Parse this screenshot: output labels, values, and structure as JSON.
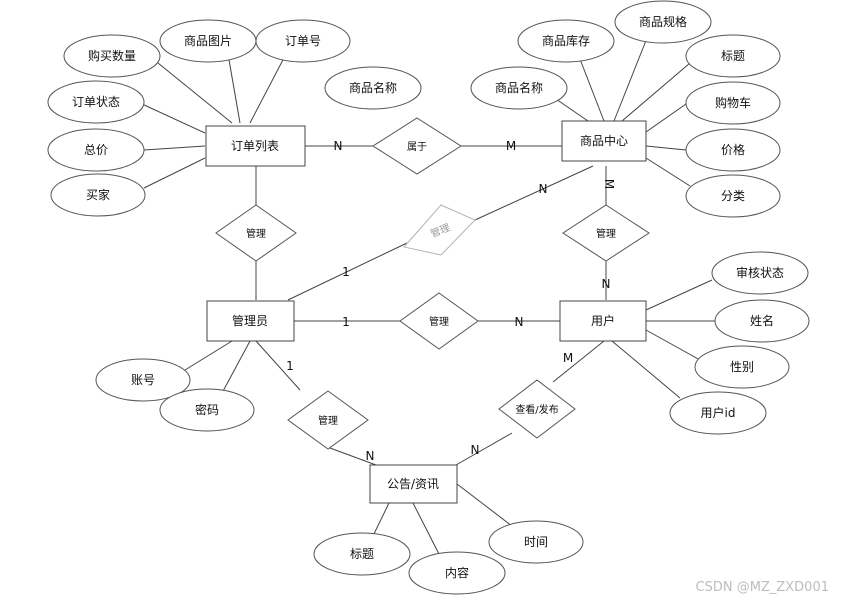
{
  "entities": {
    "order_list": "订单列表",
    "product_center": "商品中心",
    "admin": "管理员",
    "user": "用户",
    "announcement": "公告/资讯"
  },
  "attributes": {
    "order_list": [
      "购买数量",
      "商品图片",
      "订单号",
      "订单状态",
      "总价",
      "买家"
    ],
    "floating": "商品名称",
    "product_center": [
      "商品库存",
      "商品规格",
      "商品名称",
      "标题",
      "购物车",
      "价格",
      "分类"
    ],
    "user": [
      "审核状态",
      "姓名",
      "性别",
      "用户id"
    ],
    "admin": [
      "账号",
      "密码"
    ],
    "announcement": [
      "标题",
      "内容",
      "时间"
    ]
  },
  "relationships": {
    "belongs": "属于",
    "manage_orders": "管理",
    "manage_products": "管理",
    "manage_users": "管理",
    "admin_users": "管理",
    "manage_announcements": "管理",
    "view_publish": "查看/发布"
  },
  "cardinalities": {
    "order_belongs": "N",
    "belongs_product": "M",
    "product_manage": "M",
    "manage_user": "N",
    "admin_mid_diamond": "1",
    "mid_diamond_product": "N",
    "admin_user_diamond": "1",
    "user_diamond_user": "N",
    "admin_ann_diamond": "1",
    "ann_diamond_ann": "N",
    "user_view_diamond": "M",
    "view_diamond_ann": "N"
  },
  "watermark": "CSDN @MZ_ZXD001",
  "colors": {
    "line": "#444444",
    "faded": "#b5b5b5",
    "watermark": "#bdbdbd"
  }
}
